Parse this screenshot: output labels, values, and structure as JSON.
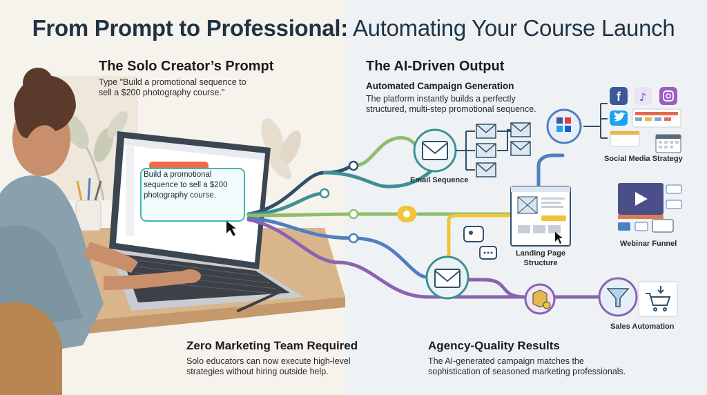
{
  "title": {
    "bold": "From Prompt to Professional:",
    "light": "Automating Your Course Launch"
  },
  "left": {
    "heading": "The Solo Creator’s Prompt",
    "instruction": "Type \"Build a promotional sequence to sell a $200 photography course.\"",
    "screen_prompt": "Build a promotional sequence to sell a $200 photography course.",
    "bottom_heading": "Zero Marketing Team Required",
    "bottom_text": "Solo educators can now execute high-level strategies without hiring outside help."
  },
  "right": {
    "heading": "The AI-Driven Output",
    "subheading": "Automated Campaign Generation",
    "subtext": "The platform instantly builds a perfectly structured, multi-step promotional sequence.",
    "bottom_heading": "Agency-Quality Results",
    "bottom_text": "The AI-generated campaign matches the sophistication of seasoned marketing professionals."
  },
  "nodes": {
    "email_sequence": "Email Sequence",
    "social_media": "Social Media Strategy",
    "landing_page": "Landing Page Structure",
    "webinar": "Webinar Funnel",
    "sales": "Sales Automation"
  },
  "colors": {
    "title": "#1f3343",
    "teal": "#3f8f97",
    "navy": "#2f4f6a",
    "purple": "#8a63b0",
    "green": "#8fbe6a",
    "yellow": "#f2c43a",
    "blue": "#4f7fc0"
  },
  "icons": [
    "envelope-icon",
    "facebook-icon",
    "tiktok-icon",
    "instagram-icon",
    "twitter-icon",
    "linkedin-icon",
    "youtube-icon",
    "calendar-icon",
    "play-icon",
    "funnel-icon",
    "cart-icon",
    "box-icon",
    "chat-icon",
    "cursor-icon",
    "pencil-icon"
  ]
}
